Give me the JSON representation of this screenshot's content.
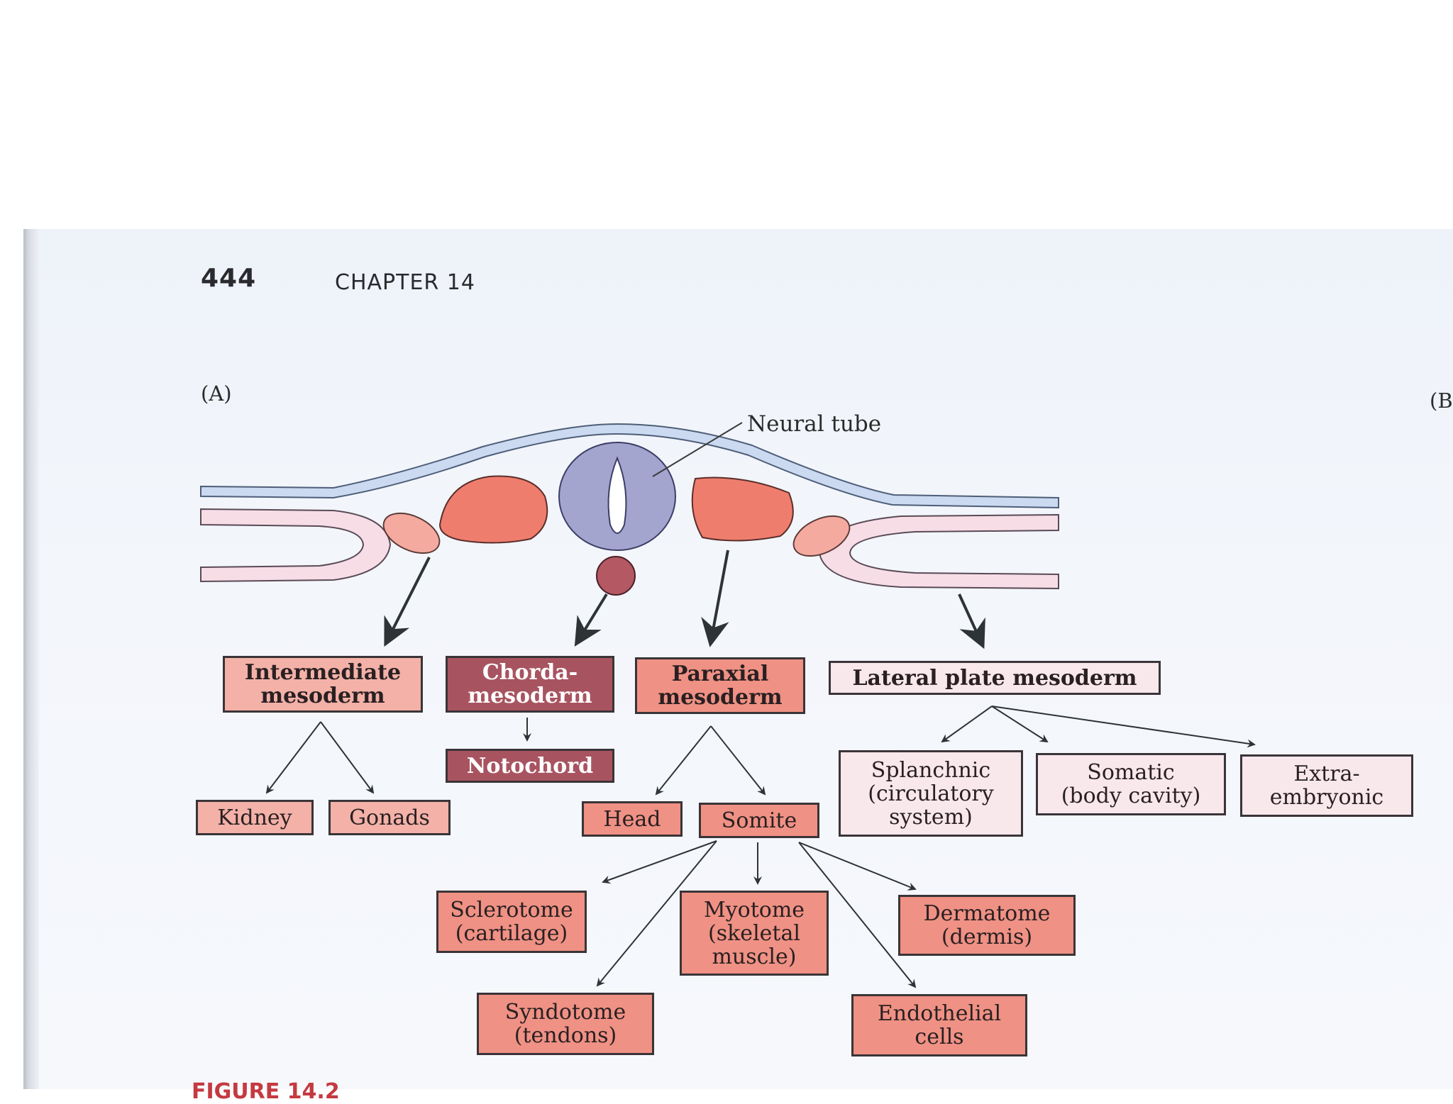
{
  "header": {
    "page_number": "444",
    "chapter": "CHAPTER 14"
  },
  "panels": {
    "a": "(A)",
    "b": "(B"
  },
  "labels": {
    "neural_tube": "Neural tube"
  },
  "boxes": {
    "intermediate": "Intermediate\nmesoderm",
    "chorda": "Chorda-\nmesoderm",
    "paraxial": "Paraxial\nmesoderm",
    "lateral": "Lateral plate mesoderm",
    "notochord": "Notochord",
    "kidney": "Kidney",
    "gonads": "Gonads",
    "head": "Head",
    "somite": "Somite",
    "splanchnic": "Splanchnic\n(circulatory\nsystem)",
    "somatic": "Somatic\n(body cavity)",
    "extra": "Extra-\nembryonic",
    "sclerotome": "Sclerotome\n(cartilage)",
    "myotome": "Myotome\n(skeletal\nmuscle)",
    "dermatome": "Dermatome\n(dermis)",
    "syndotome": "Syndotome\n(tendons)",
    "endothelial": "Endothelial\ncells"
  },
  "caption_fragment": "FIGURE 14.2",
  "colors": {
    "ectoderm": "#cbdaf0",
    "endoderm": "#f6dde6",
    "somite": "#ef7d6e",
    "intermediate": "#f5aaa0",
    "neural_tube": "#a4a5cf",
    "notochord": "#b45864",
    "box_salmon": "#ef9184",
    "box_maroon": "#a85460",
    "box_pale": "#f8e8ec"
  }
}
